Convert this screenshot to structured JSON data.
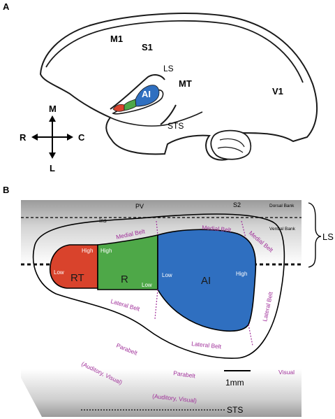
{
  "panel_a": {
    "letter": "A",
    "labels": {
      "m1": "M1",
      "s1": "S1",
      "ls": "LS",
      "mt": "MT",
      "ai": "AI",
      "v1": "V1",
      "sts": "STS"
    },
    "compass": {
      "north": "M",
      "south": "L",
      "west": "R",
      "east": "C"
    }
  },
  "panel_b": {
    "letter": "B",
    "top_labels": {
      "pv": "PV",
      "s2": "S2",
      "ins": "Ins",
      "dorsal_bank": "Dorsal Bank",
      "ventral_bank": "Ventral Bank"
    },
    "ls_label": "LS",
    "core_fields": [
      {
        "id": "rt",
        "name": "RT",
        "color": "#d9432c",
        "high": "High",
        "low": "Low"
      },
      {
        "id": "r",
        "name": "R",
        "color": "#4ea848",
        "high": "High",
        "low": "Low"
      },
      {
        "id": "ai",
        "name": "AI",
        "color": "#2f6fc0",
        "high": "High",
        "low": "Low"
      }
    ],
    "belt_labels": {
      "medial_belt_1": "Medial Belt",
      "medial_belt_2": "Medial Belt",
      "medial_belt_3": "Medial Belt",
      "lateral_belt_1": "Lateral Belt",
      "lateral_belt_2": "Lateral Belt",
      "lateral_belt_3": "Lateral Belt"
    },
    "parabelt_labels": {
      "parabelt_1": "Parabelt",
      "parabelt_2": "Parabelt",
      "aud_vis_1": "(Auditory, Visual)",
      "aud_vis_2": "(Auditory, Visual)",
      "visual": "Visual"
    },
    "scale_bar": "1mm",
    "sts_label": "STS",
    "colors": {
      "belt_text": "#a0309a",
      "rt": "#d9432c",
      "r": "#4ea848",
      "ai": "#2f6fc0"
    }
  }
}
